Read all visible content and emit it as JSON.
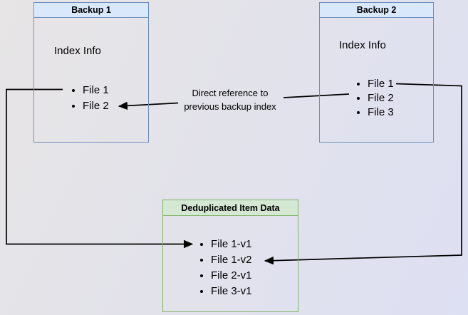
{
  "diagram": {
    "backup1": {
      "title": "Backup 1",
      "label": "Index Info",
      "items": [
        "File 1",
        "File 2"
      ]
    },
    "backup2": {
      "title": "Backup 2",
      "label": "Index Info",
      "items": [
        "File 1",
        "File 2",
        "File 3"
      ]
    },
    "dedup": {
      "title": "Deduplicated Item Data",
      "items": [
        "File 1-v1",
        "File 1-v2",
        "File 2-v1",
        "File 3-v1"
      ]
    },
    "edge_label": {
      "line1": "Direct reference to",
      "line2": "previous backup index"
    },
    "colors": {
      "blue_border": "#6c8ebf",
      "blue_fill": "#dae8fc",
      "green_border": "#82b366",
      "green_fill": "#d5e8d4",
      "arrow": "#000000"
    }
  }
}
